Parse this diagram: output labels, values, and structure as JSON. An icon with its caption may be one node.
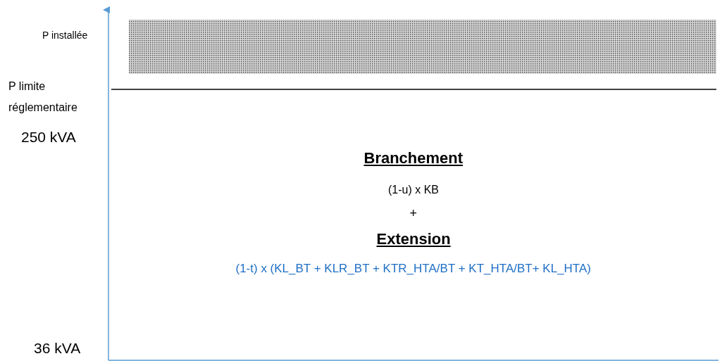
{
  "diagram": {
    "nodes": [
      {
        "text": [],
        "shape": "bar"
      }
    ],
    "labels": [
      "P installée",
      "P limite réglementaire",
      "250 kVA",
      "Branchement",
      "(1-u) x KB",
      "+",
      "Extension",
      "(1-t) x (KL_BT + KLR_BT + KTR_HTA/BT + KT_HTA/BT+ KL_HTA)",
      "36 kVA"
    ]
  }
}
